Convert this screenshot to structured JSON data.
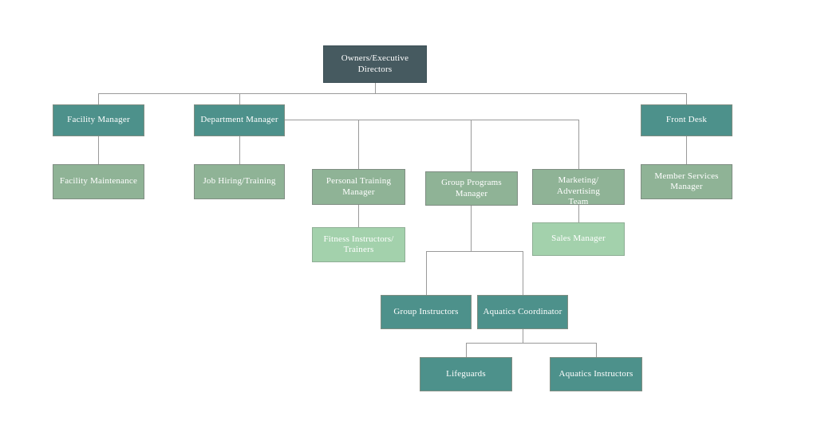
{
  "chart_data": {
    "type": "diagram",
    "diagram_type": "organizational-chart",
    "title": "",
    "colors": {
      "executive": "#465a60",
      "manager": "#4d918b",
      "staff": "#8fb396",
      "sub_staff": "#a3d1ac",
      "connector": "#9a9a9a",
      "border": "#7f8d82",
      "text": "#ffffff",
      "background": "#ffffff"
    },
    "nodes": [
      {
        "id": "owners",
        "label": "Owners/Executive  Directors",
        "level": 0,
        "color": "executive"
      },
      {
        "id": "facility_manager",
        "label": "Facility Manager",
        "level": 1,
        "color": "manager"
      },
      {
        "id": "department_manager",
        "label": "Department  Manager",
        "level": 1,
        "color": "manager"
      },
      {
        "id": "front_desk",
        "label": "Front  Desk",
        "level": 1,
        "color": "manager"
      },
      {
        "id": "facility_maint",
        "label": "Facility Maintenance",
        "level": 2,
        "color": "staff"
      },
      {
        "id": "job_hiring",
        "label": "Job Hiring/Training",
        "level": 2,
        "color": "staff"
      },
      {
        "id": "personal_training",
        "label": "Personal  Training Manager",
        "level": 2,
        "color": "staff"
      },
      {
        "id": "group_programs",
        "label": "Group Programs  Manager",
        "level": 2,
        "color": "staff"
      },
      {
        "id": "marketing",
        "label": "Marketing/ Advertising Team",
        "level": 2,
        "color": "staff"
      },
      {
        "id": "member_services",
        "label": "Member  Services Manager",
        "level": 2,
        "color": "staff"
      },
      {
        "id": "fitness_instr",
        "label": "Fitness  Instructors/ Trainers",
        "level": 3,
        "color": "sub_staff"
      },
      {
        "id": "sales_manager",
        "label": "Sales Manager",
        "level": 3,
        "color": "sub_staff"
      },
      {
        "id": "group_instructors",
        "label": "Group Instructors",
        "level": 4,
        "color": "manager"
      },
      {
        "id": "aquatics_coord",
        "label": "Aquatics Coordinator",
        "level": 4,
        "color": "manager"
      },
      {
        "id": "lifeguards",
        "label": "Lifeguards",
        "level": 5,
        "color": "manager"
      },
      {
        "id": "aquatics_instr",
        "label": "Aquatics  Instructors",
        "level": 5,
        "color": "manager"
      }
    ],
    "edges": [
      {
        "from": "owners",
        "to": "facility_manager"
      },
      {
        "from": "owners",
        "to": "department_manager"
      },
      {
        "from": "owners",
        "to": "front_desk"
      },
      {
        "from": "facility_manager",
        "to": "facility_maint"
      },
      {
        "from": "department_manager",
        "to": "job_hiring"
      },
      {
        "from": "department_manager",
        "to": "personal_training"
      },
      {
        "from": "department_manager",
        "to": "group_programs"
      },
      {
        "from": "department_manager",
        "to": "marketing"
      },
      {
        "from": "front_desk",
        "to": "member_services"
      },
      {
        "from": "personal_training",
        "to": "fitness_instr"
      },
      {
        "from": "marketing",
        "to": "sales_manager"
      },
      {
        "from": "group_programs",
        "to": "group_instructors"
      },
      {
        "from": "group_programs",
        "to": "aquatics_coord"
      },
      {
        "from": "aquatics_coord",
        "to": "lifeguards"
      },
      {
        "from": "aquatics_coord",
        "to": "aquatics_instr"
      }
    ]
  },
  "nodes": {
    "owners": {
      "label": "Owners/Executive  Directors"
    },
    "facility_manager": {
      "label": "Facility Manager"
    },
    "department_manager": {
      "label": "Department  Manager"
    },
    "front_desk": {
      "label": "Front  Desk"
    },
    "facility_maint": {
      "label": "Facility Maintenance"
    },
    "job_hiring": {
      "label": "Job Hiring/Training"
    },
    "personal_training": {
      "line1": "Personal  Training",
      "line2": "Manager"
    },
    "group_programs": {
      "label": "Group Programs  Manager"
    },
    "marketing": {
      "line1": "Marketing/",
      "line2": "Advertising",
      "line3": "Team"
    },
    "member_services": {
      "line1": "Member  Services",
      "line2": "Manager"
    },
    "fitness_instr": {
      "line1": "Fitness  Instructors/",
      "line2": "Trainers"
    },
    "sales_manager": {
      "label": "Sales Manager"
    },
    "group_instructors": {
      "label": "Group Instructors"
    },
    "aquatics_coord": {
      "label": "Aquatics Coordinator"
    },
    "lifeguards": {
      "label": "Lifeguards"
    },
    "aquatics_instr": {
      "label": "Aquatics  Instructors"
    }
  }
}
